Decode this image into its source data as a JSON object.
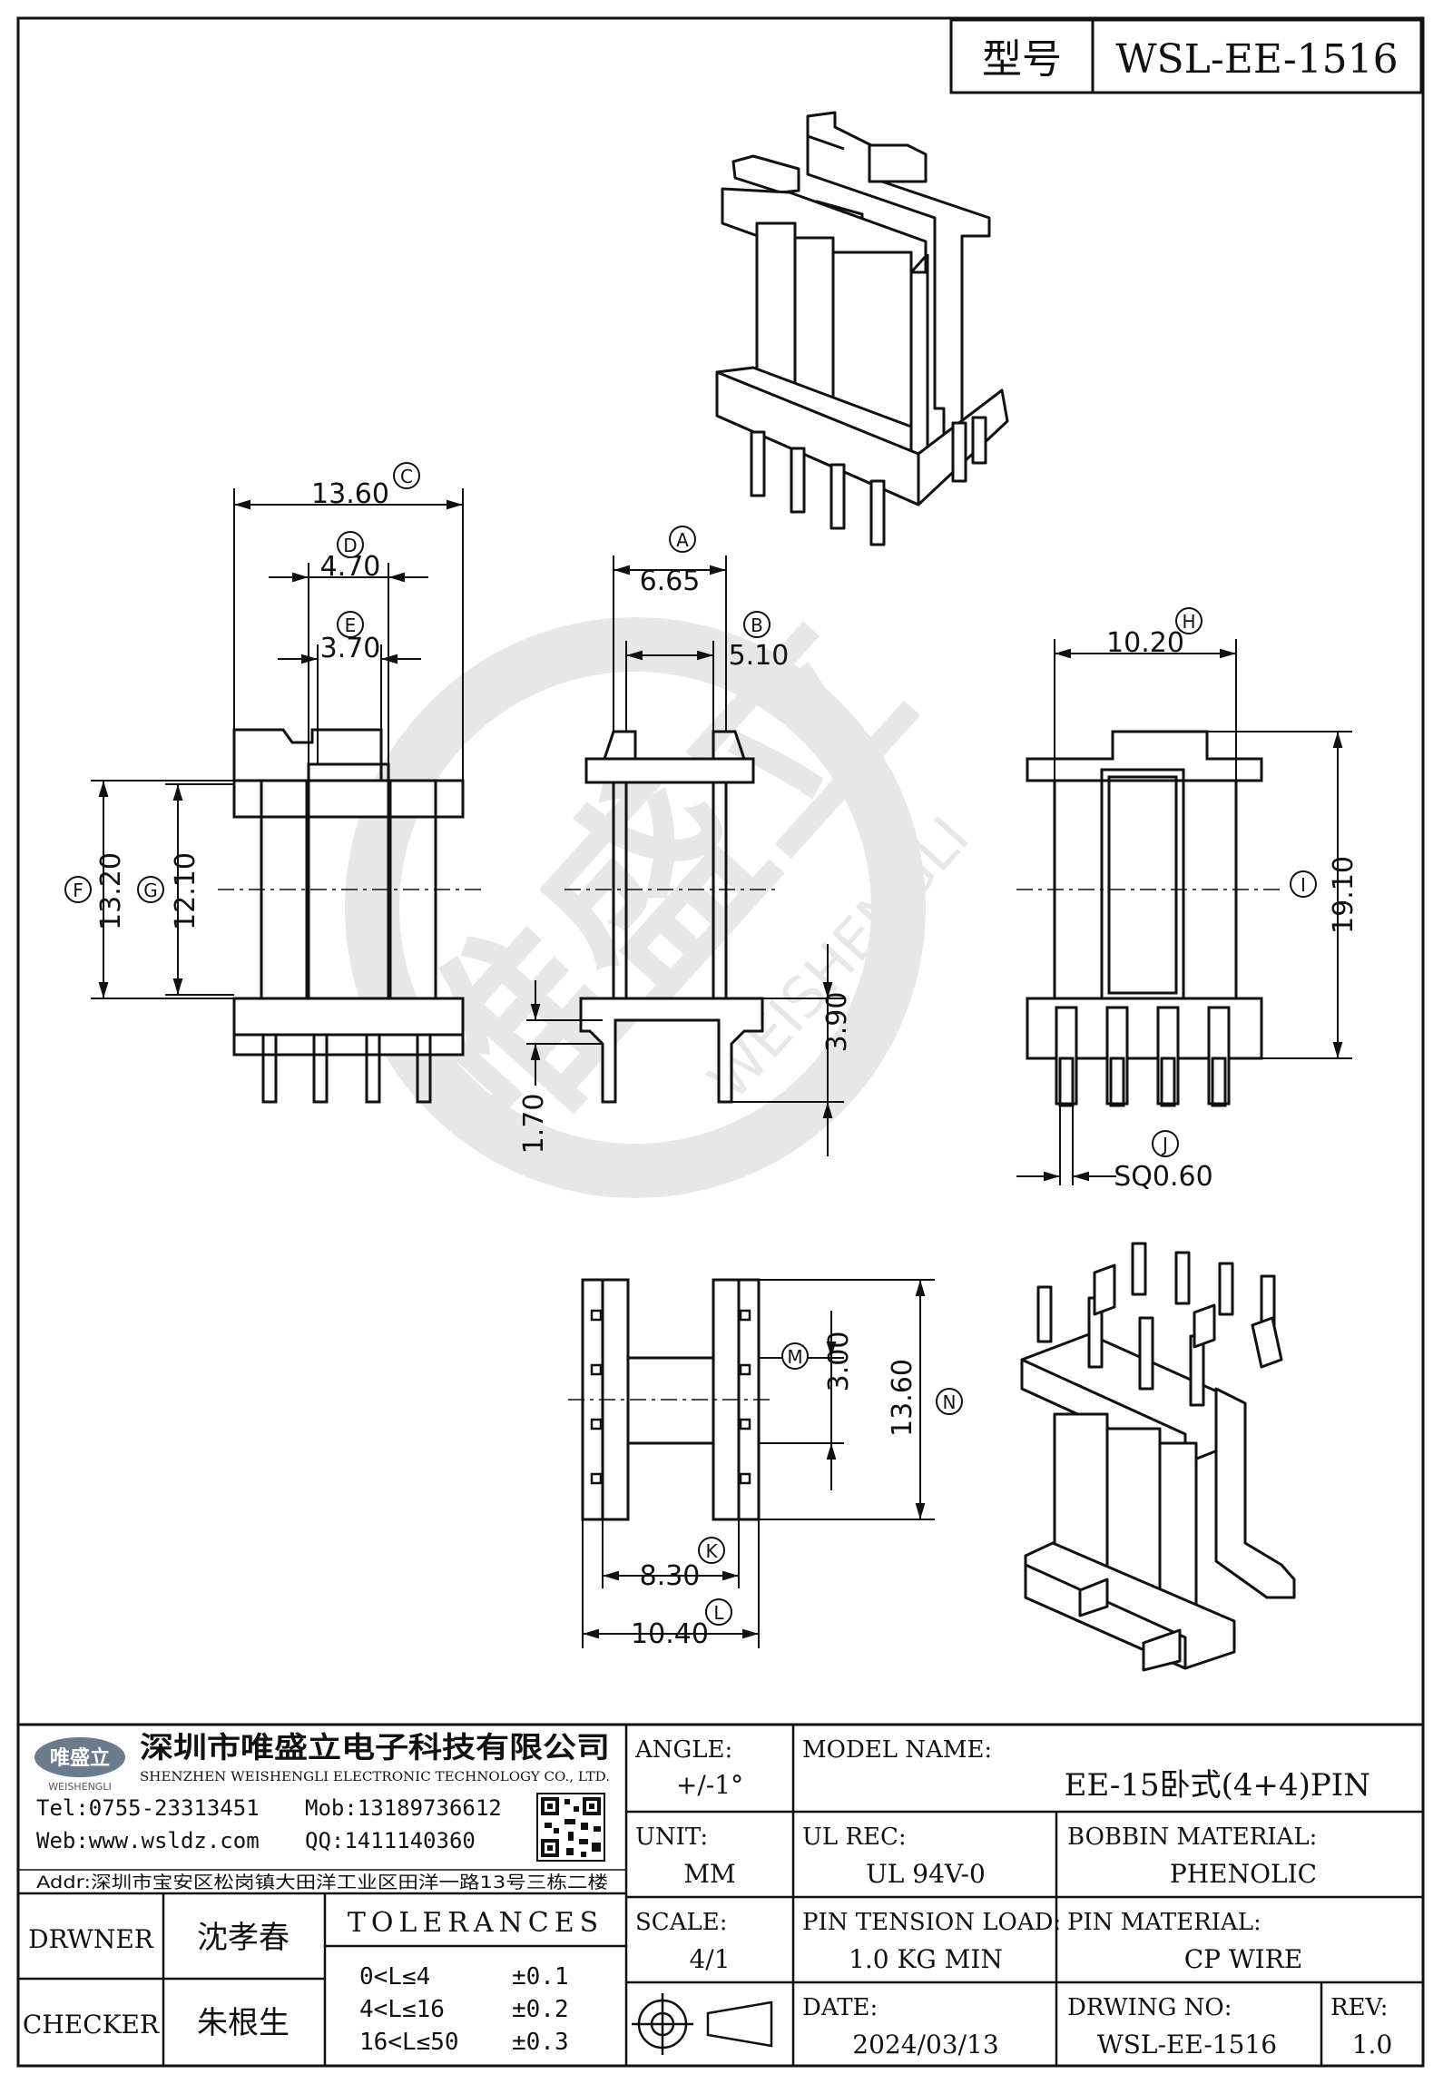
{
  "header": {
    "type_label": "型号",
    "model": "WSL-EE-1516"
  },
  "watermark": {
    "cn": "唯盛立",
    "en": "WEISHENGLI"
  },
  "dimensions": {
    "A": {
      "letter": "A",
      "value": "6.65"
    },
    "B": {
      "letter": "B",
      "value": "5.10"
    },
    "C": {
      "letter": "C",
      "value": "13.60"
    },
    "D": {
      "letter": "D",
      "value": "4.70"
    },
    "E": {
      "letter": "E",
      "value": "3.70"
    },
    "F": {
      "letter": "F",
      "value": "13.20"
    },
    "G": {
      "letter": "G",
      "value": "12.10"
    },
    "H": {
      "letter": "H",
      "value": "10.20"
    },
    "I": {
      "letter": "I",
      "value": "19.10"
    },
    "J": {
      "letter": "J",
      "value": "SQ0.60"
    },
    "K": {
      "letter": "K",
      "value": "8.30"
    },
    "L": {
      "letter": "L",
      "value": "10.40"
    },
    "M": {
      "letter": "M",
      "value": "3.00"
    },
    "N": {
      "letter": "N",
      "value": "13.60"
    },
    "side_pin_height": "3.90",
    "side_base_height": "1.70"
  },
  "company": {
    "logo_text": "唯盛立",
    "logo_sub": "WEISHENGLI",
    "name_cn": "深圳市唯盛立电子科技有限公司",
    "name_en": "SHENZHEN WEISHENGLI ELECTRONIC TECHNOLOGY CO., LTD.",
    "tel": "Tel:0755-23313451",
    "mob": "Mob:13189736612",
    "web": "Web:www.wsldz.com",
    "qq": "QQ:1411140360",
    "addr": "Addr:深圳市宝安区松岗镇大田洋工业区田洋一路13号三栋二楼"
  },
  "title_block": {
    "angle_label": "ANGLE:",
    "angle_value": "+/-1°",
    "model_name_label": "MODEL NAME:",
    "model_name_value": "EE-15卧式(4+4)PIN",
    "unit_label": "UNIT:",
    "unit_value": "MM",
    "ul_rec_label": "UL REC:",
    "ul_rec_value": "UL 94V-0",
    "bobbin_label": "BOBBIN MATERIAL:",
    "bobbin_value": "PHENOLIC",
    "scale_label": "SCALE:",
    "scale_value": "4/1",
    "pin_tension_label": "PIN TENSION LOAD:",
    "pin_tension_value": "1.0 KG MIN",
    "pin_material_label": "PIN MATERIAL:",
    "pin_material_value": "CP WIRE",
    "date_label": "DATE:",
    "date_value": "2024/03/13",
    "drawing_no_label": "DRWING NO:",
    "drawing_no_value": "WSL-EE-1516",
    "rev_label": "REV:",
    "rev_value": "1.0",
    "drawer_label": "DRWNER",
    "drawer_value": "沈孝春",
    "checker_label": "CHECKER",
    "checker_value": "朱根生",
    "tolerances_title": "TOLERANCES",
    "tolerances": [
      {
        "range": "0<L≤4",
        "tol": "±0.1"
      },
      {
        "range": "4<L≤16",
        "tol": "±0.2"
      },
      {
        "range": "16<L≤50",
        "tol": "±0.3"
      }
    ]
  }
}
